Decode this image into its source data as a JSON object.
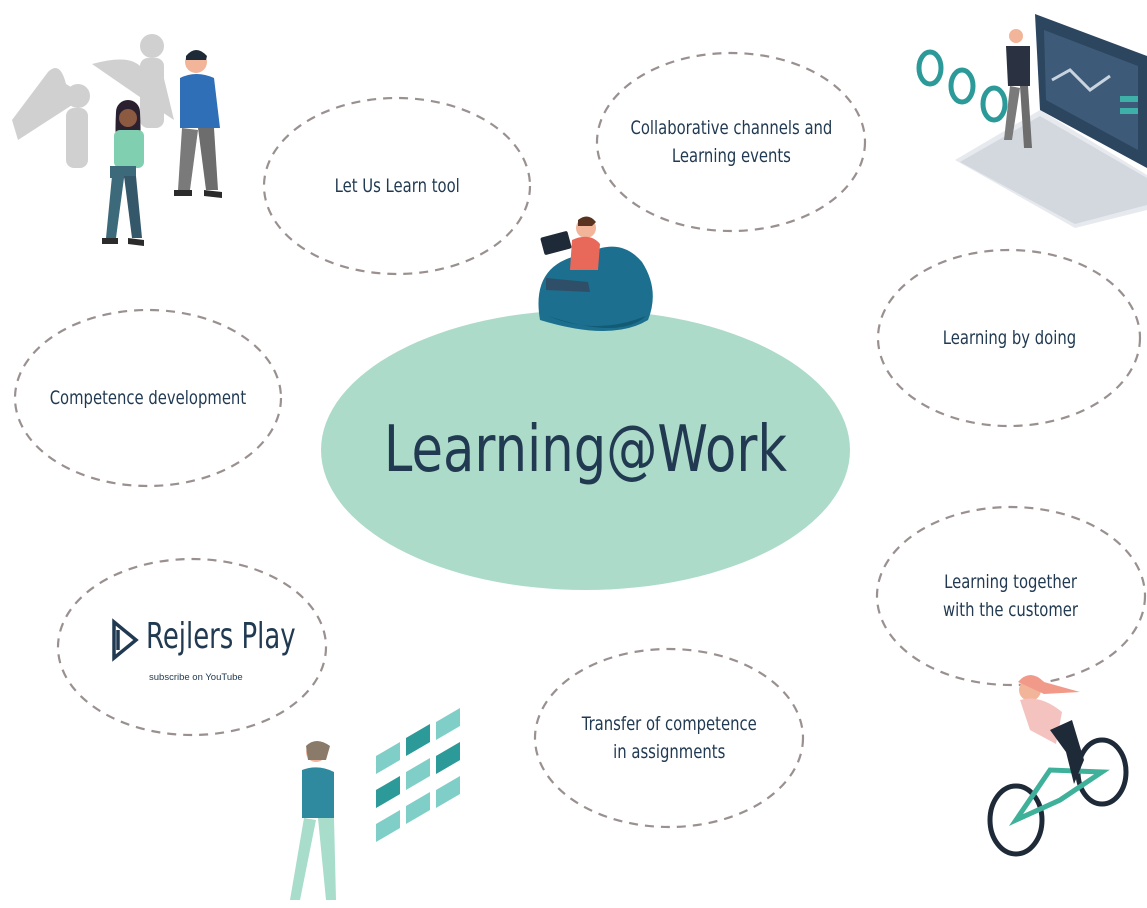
{
  "center": {
    "title": "Learning@Work"
  },
  "nodes": {
    "let_us_learn": [
      "Let Us Learn tool"
    ],
    "collaborative": [
      "Collaborative channels and",
      "Learning events"
    ],
    "competence_dev": [
      "Competence development"
    ],
    "learning_by_doing": [
      "Learning by doing"
    ],
    "learning_together": [
      "Learning together",
      "with the customer"
    ],
    "transfer": [
      "Transfer of competence",
      "in assignments"
    ]
  },
  "rejlers_play": {
    "name": "Rejlers Play",
    "subtitle": "subscribe on YouTube"
  },
  "colors": {
    "center_fill": "#addbc9",
    "text": "#213a52",
    "dash": "#9a9090",
    "teal": "#2d9a9a",
    "navy": "#1e3a5a",
    "skin": "#f2b59a",
    "pink": "#f29a9a"
  }
}
